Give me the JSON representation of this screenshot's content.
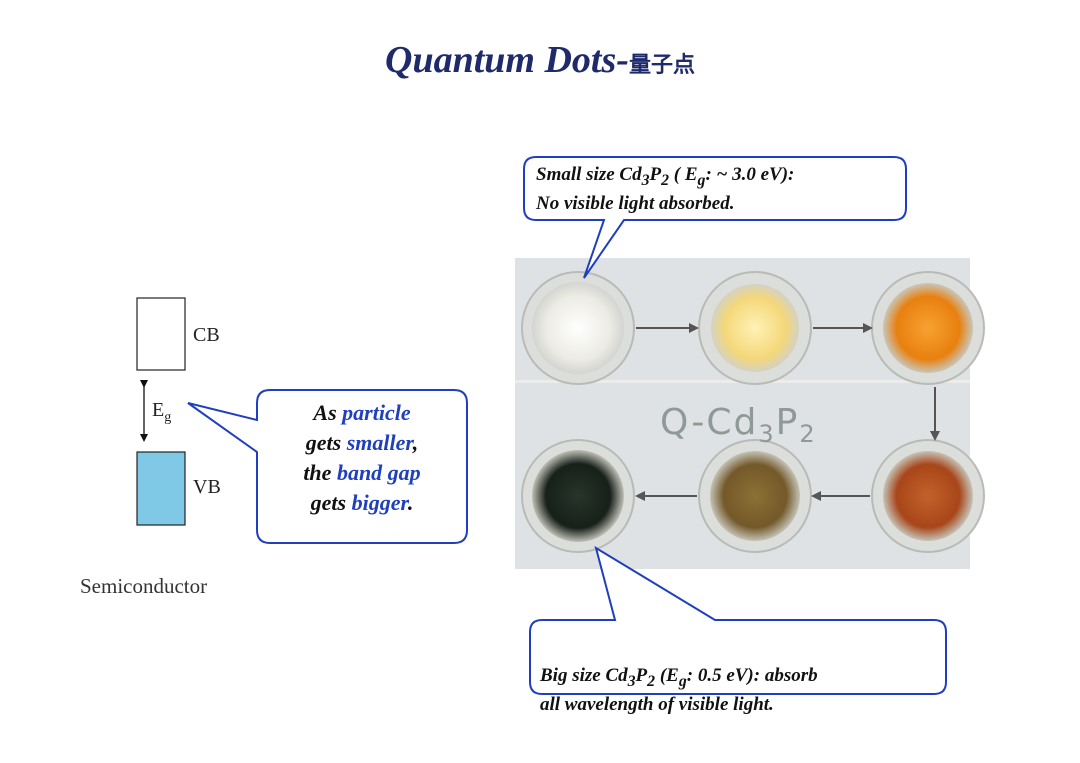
{
  "title": {
    "main": "Quantum Dots-",
    "cn": "量子点"
  },
  "band": {
    "cb": "CB",
    "vb": "VB",
    "eg_main": "E",
    "eg_sub": "g",
    "semiconductor": "Semiconductor"
  },
  "callout_small": {
    "l1_a": "Small size Cd",
    "l1_b": "3",
    "l1_c": "P",
    "l1_d": "2",
    "l1_e": " ( E",
    "l1_f": "g",
    "l1_g": ": ~ 3.0 eV):",
    "l2": "No visible light absorbed."
  },
  "callout_big": {
    "l1_a": "Big size Cd",
    "l1_b": "3",
    "l1_c": "P",
    "l1_d": "2",
    "l1_e": " (E",
    "l1_f": "g",
    "l1_g": ": 0.5 eV): absorb",
    "l2": "all wavelength of visible light."
  },
  "callout_dir": {
    "w1": "As ",
    "w2": "particle",
    "w3": "gets ",
    "w4": "smaller",
    "w5": ",",
    "w6": "the ",
    "w7": "band gap",
    "w8": "gets ",
    "w9": "bigger",
    "w10": "."
  },
  "photo": {
    "label_a": "Q-Cd",
    "label_b": "3",
    "label_c": "P",
    "label_d": "2"
  },
  "colors": {
    "title": "#1f2a6b",
    "callout_border": "#1f3fbf",
    "vb_fill": "#7fc8e6",
    "sample_1": "#f4f3ee",
    "sample_2": "#f6df8c",
    "sample_3": "#f08c1c",
    "sample_4": "#b5501e",
    "sample_5": "#7f6430",
    "sample_6": "#1f2a20"
  }
}
